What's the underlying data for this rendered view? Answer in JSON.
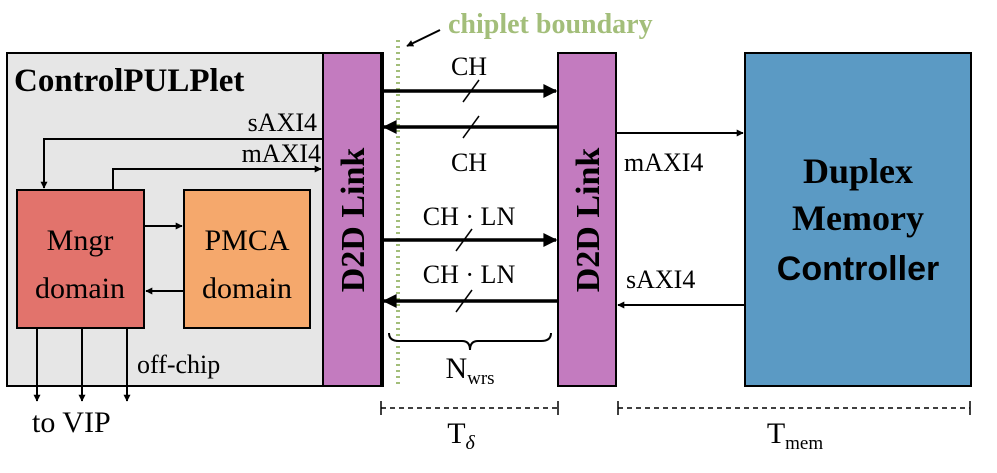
{
  "colors": {
    "controlpulplet_fill": "#e6e6e6",
    "d2d_link_fill": "#c37bbf",
    "mngr_fill": "#e2736c",
    "pmca_fill": "#f5a86c",
    "memory_fill": "#5b9ac4",
    "boundary_green": "#a3be7a",
    "line": "#000000"
  },
  "labels": {
    "chiplet_boundary": "chiplet boundary",
    "controlpulplet": "ControlPULPlet",
    "d2d_link_left": "D2D Link",
    "d2d_link_right": "D2D Link",
    "mngr_line1": "Mngr",
    "mngr_line2": "domain",
    "pmca_line1": "PMCA",
    "pmca_line2": "domain",
    "saxi4_left": "sAXI4",
    "maxi4_left": "mAXI4",
    "off_chip": "off-chip",
    "to_vip": "to VIP",
    "ch_top": "CH",
    "ch_bottom": "CH",
    "ch_ln_top": "CH · LN",
    "ch_ln_bottom": "CH · LN",
    "n_wrs_main": "N",
    "n_wrs_sub": "wrs",
    "maxi4_right": "mAXI4",
    "saxi4_right": "sAXI4",
    "memory_line1": "Duplex",
    "memory_line2": "Memory",
    "memory_line3": "Controller",
    "t_delta_main": "T",
    "t_delta_sub": "δ",
    "t_mem_main": "T",
    "t_mem_sub": "mem"
  }
}
